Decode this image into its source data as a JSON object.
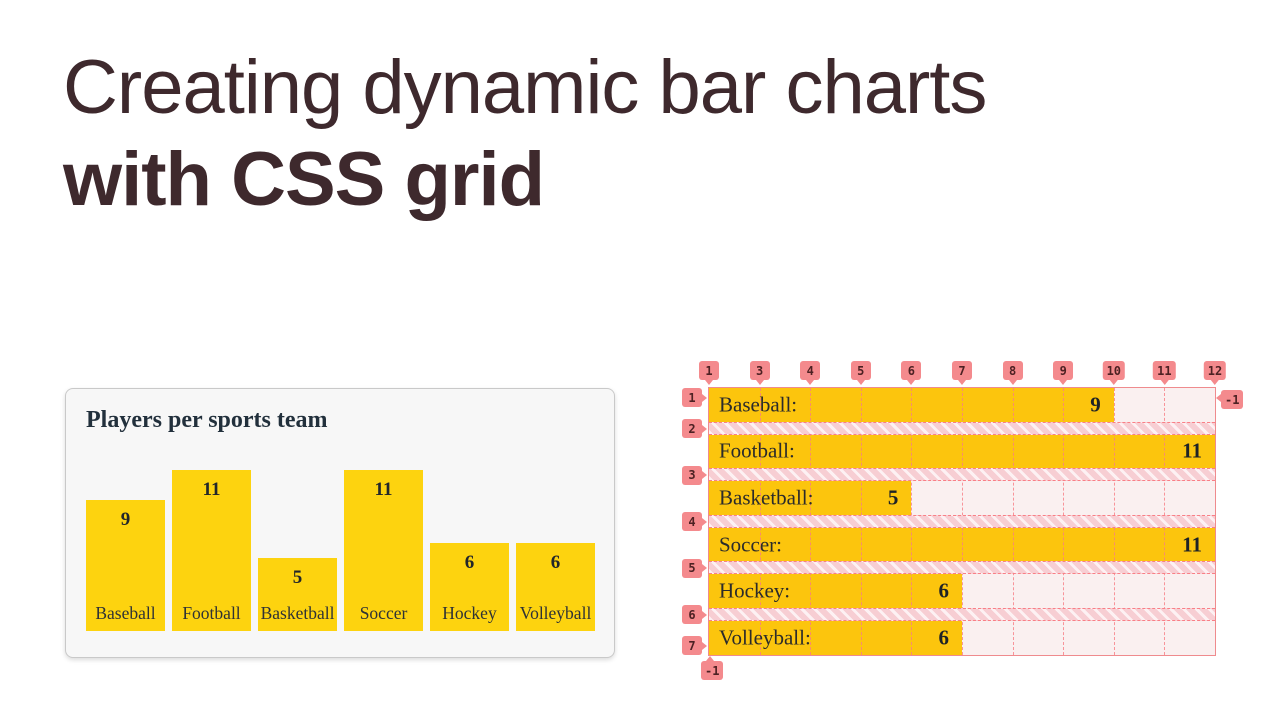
{
  "slide": {
    "heading_line1": "Creating dynamic bar charts",
    "heading_line2": "with CSS grid"
  },
  "left_chart": {
    "title": "Players per sports team",
    "bars": [
      {
        "label": "Baseball",
        "value": "9"
      },
      {
        "label": "Football",
        "value": "11"
      },
      {
        "label": "Basketball",
        "value": "5"
      },
      {
        "label": "Soccer",
        "value": "11"
      },
      {
        "label": "Hockey",
        "value": "6"
      },
      {
        "label": "Volleyball",
        "value": "6"
      }
    ]
  },
  "right_chart": {
    "rows": [
      {
        "label": "Baseball:",
        "value": "9"
      },
      {
        "label": "Football:",
        "value": "11"
      },
      {
        "label": "Basketball:",
        "value": "5"
      },
      {
        "label": "Soccer:",
        "value": "11"
      },
      {
        "label": "Hockey:",
        "value": "6"
      },
      {
        "label": "Volleyball:",
        "value": "6"
      }
    ],
    "top_line_numbers": [
      "1",
      "3",
      "4",
      "5",
      "6",
      "7",
      "8",
      "9",
      "10",
      "11",
      "12"
    ],
    "row_line_numbers": [
      "1",
      "2",
      "3",
      "4",
      "5",
      "6",
      "7"
    ],
    "neg_col_marker": "-1",
    "neg_row_marker": "-1"
  },
  "colors": {
    "heading_text": "#3e292d",
    "left_bar_yellow": "#fdd30f",
    "right_bar_yellow": "#fcc50d",
    "grid_overlay_pink": "#f48a8d",
    "grid_gap_pink": "#f7ced3",
    "empty_cell_pink": "#faf0f0",
    "card_background": "#f7f7f7"
  },
  "chart_data": [
    {
      "type": "bar",
      "orientation": "vertical",
      "title": "Players per sports team",
      "categories": [
        "Baseball",
        "Football",
        "Basketball",
        "Soccer",
        "Hockey",
        "Volleyball"
      ],
      "values": [
        9,
        11,
        5,
        11,
        6,
        6
      ],
      "ylim": [
        0,
        11
      ],
      "value_labels_shown": true,
      "bar_color": "#fdd30f"
    },
    {
      "type": "bar",
      "orientation": "horizontal",
      "title": "",
      "categories": [
        "Baseball",
        "Football",
        "Basketball",
        "Soccer",
        "Hockey",
        "Volleyball"
      ],
      "values": [
        9,
        11,
        5,
        11,
        6,
        6
      ],
      "xlim": [
        0,
        11
      ],
      "value_labels_shown": true,
      "bar_color": "#fcc50d",
      "overlay": "css-grid-inspector",
      "column_line_labels": [
        "1",
        "3",
        "4",
        "5",
        "6",
        "7",
        "8",
        "9",
        "10",
        "11",
        "12",
        "-1"
      ],
      "row_line_labels": [
        "1",
        "2",
        "3",
        "4",
        "5",
        "6",
        "7",
        "-1"
      ]
    }
  ]
}
